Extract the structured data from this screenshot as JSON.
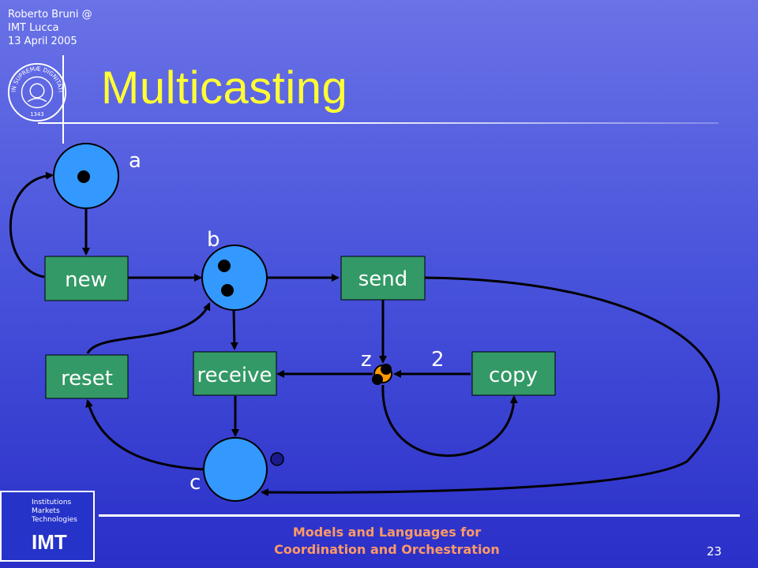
{
  "header": {
    "author_lines": [
      "Roberto Bruni @",
      "IMT Lucca",
      "13 April 2005"
    ],
    "seal_text": "IN SUPREMÆ DIGNITATIS",
    "seal_year": "1343"
  },
  "slide": {
    "title": "Multicasting",
    "page_number": "23"
  },
  "diagram": {
    "places": {
      "a": "a",
      "b": "b",
      "c": "c",
      "z": "z"
    },
    "transitions": {
      "new": "new",
      "send": "send",
      "reset": "reset",
      "receive": "receive",
      "copy": "copy"
    },
    "arc_weight_label": "2",
    "colors": {
      "place_fill": "#3399ff",
      "transition_fill": "#339966",
      "token": "#000000",
      "z_place_fill": "#ff9900"
    }
  },
  "footer": {
    "line1": "Models and Languages for",
    "line2": "Coordination and Orchestration"
  },
  "logo": {
    "lines": [
      "Institutions",
      "Markets",
      "Technologies"
    ],
    "name": "IMT"
  }
}
